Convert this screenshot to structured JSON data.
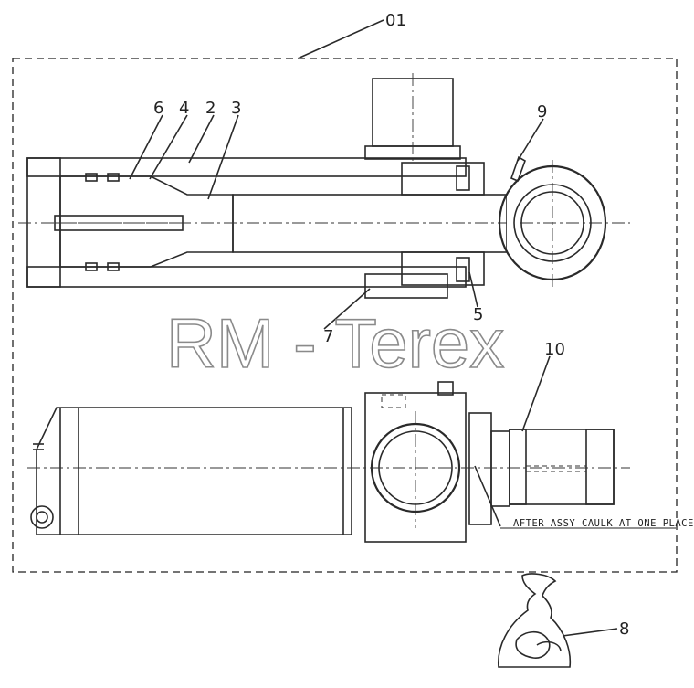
{
  "callouts": {
    "assembly": "01",
    "c2": "2",
    "c3": "3",
    "c4": "4",
    "c5": "5",
    "c6": "6",
    "c7": "7",
    "c8": "8",
    "c9": "9",
    "c10": "10"
  },
  "note": "AFTER ASSY CAULK AT ONE PLACE",
  "watermark": "RM - Terex"
}
